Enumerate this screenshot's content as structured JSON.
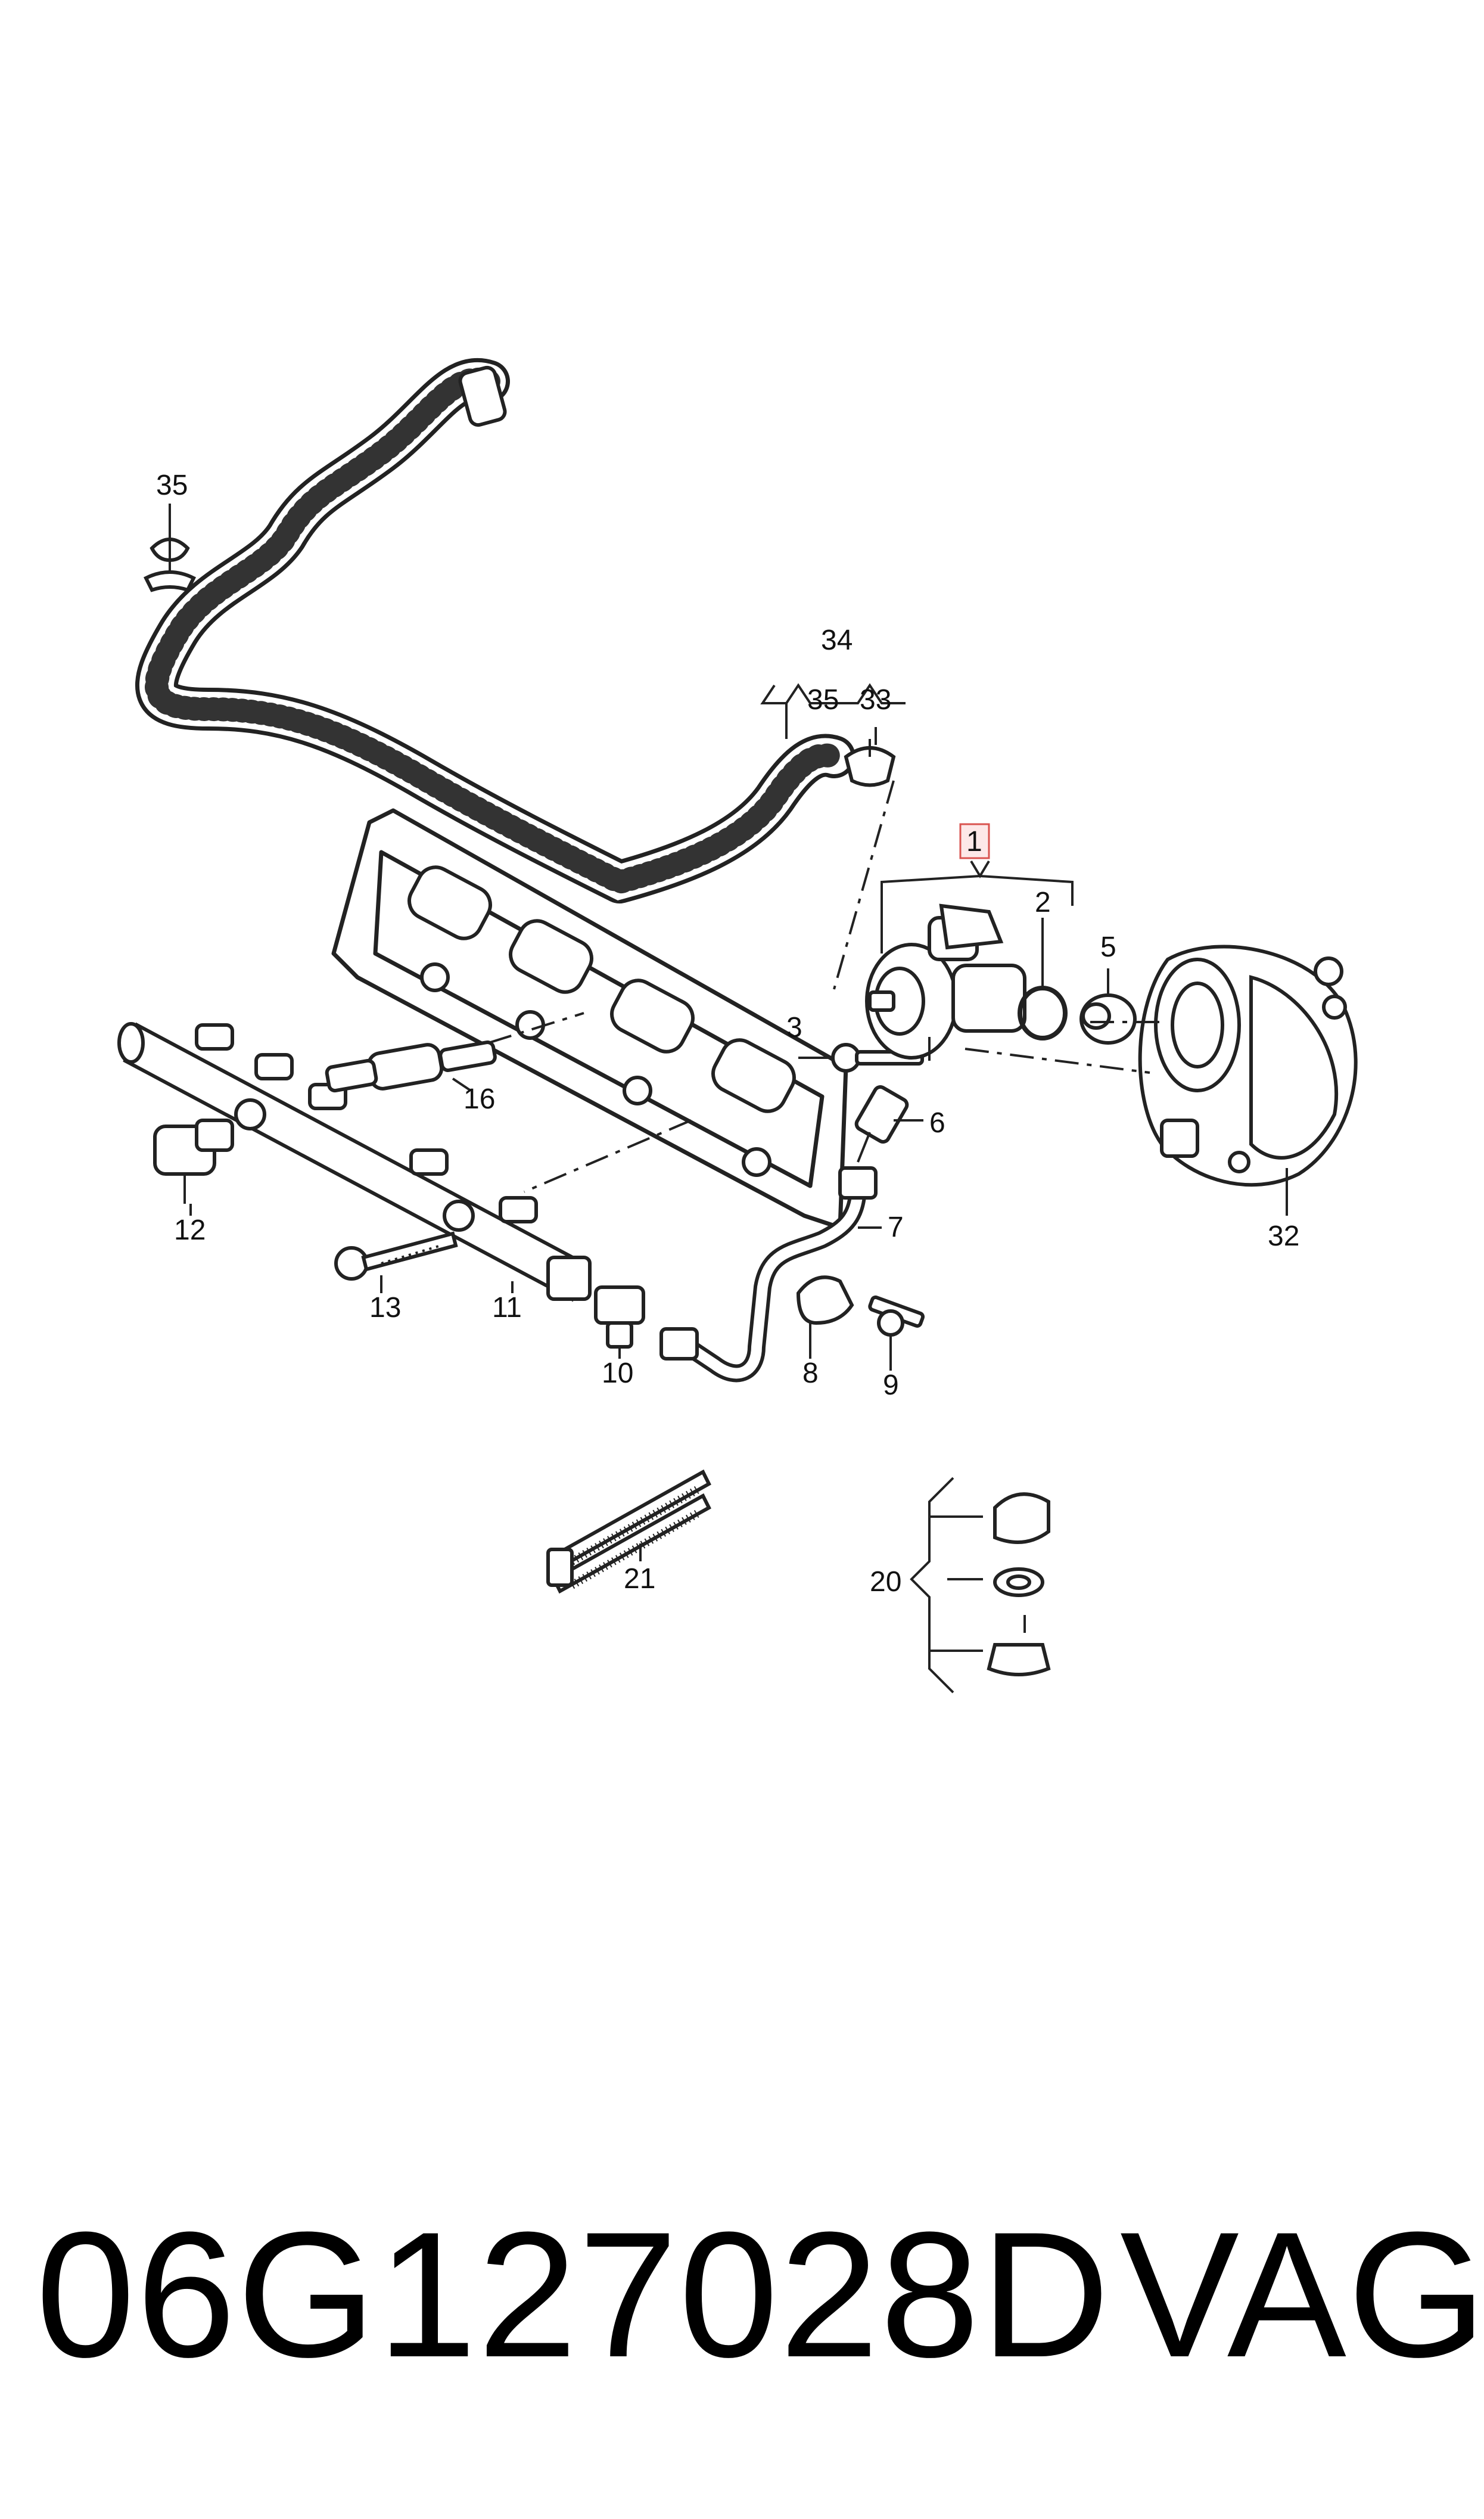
{
  "caption": {
    "part_number": "06G127028D",
    "brand": "VAG"
  },
  "callouts": {
    "c1": "1",
    "c2": "2",
    "c3": "3",
    "c5": "5",
    "c6": "6",
    "c7": "7",
    "c8": "8",
    "c9": "9",
    "c10": "10",
    "c11": "11",
    "c12": "12",
    "c13": "13",
    "c16": "16",
    "c20": "20",
    "c21": "21",
    "c32": "32",
    "c33": "33",
    "c34": "34",
    "c35a": "35",
    "c35b": "35"
  },
  "colors": {
    "line": "#222222",
    "highlight_border": "#d9534f",
    "highlight_fill": "#fde8e8"
  }
}
